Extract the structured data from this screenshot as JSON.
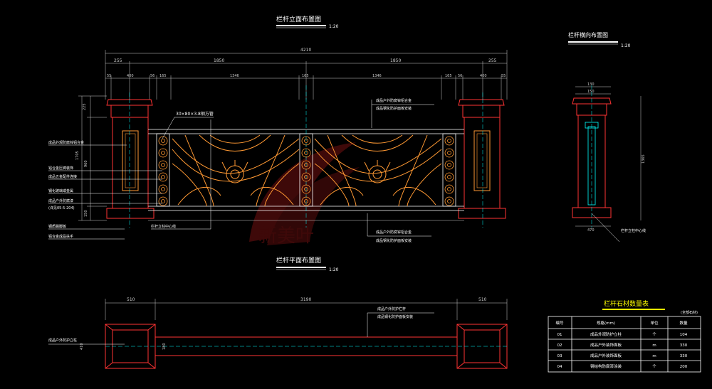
{
  "elevation": {
    "title": "栏杆立面布置图",
    "scale": "1:20",
    "dim_total": "4210",
    "dim_row2": [
      "255",
      "1850",
      "1850",
      "255"
    ],
    "dim_row3": [
      "55",
      "400",
      "56",
      "165",
      "1346",
      "165",
      "1346",
      "165",
      "56",
      "400",
      "55"
    ],
    "left_dims": [
      "225",
      "1705",
      "960",
      "150"
    ],
    "bar_label": "30×80×3.8钢方管",
    "left_labels": [
      "成品外观防腐锌铝合金",
      "铝合金压铸装饰",
      "成品五金配件连接",
      "钢化玻璃或金属",
      "成品户外防腐漆",
      "(详见05-5-204)",
      "钢质踢脚板",
      "铝合金成品扶手"
    ],
    "right_labels": [
      "成品户外防腐锌铝合金",
      "成品钢化防护面板安装"
    ],
    "bottom_labels": [
      "成品户外防腐锌铝合金",
      "成品钢化防护面板安装"
    ],
    "axis_label": "栏杆立柱中心线"
  },
  "section": {
    "title": "栏杆横向布置图",
    "scale": "1:20",
    "height_dim": "1365",
    "width_dim": "470",
    "axis_label": "栏杆立柱中心线"
  },
  "plan": {
    "title": "栏杆平面布置图",
    "scale": "1:20",
    "dims": [
      "510",
      "3190",
      "510"
    ],
    "side_dims": [
      "410",
      "180"
    ],
    "labels": [
      "成品户外防护栏杆",
      "成品钢化防护面板安装"
    ],
    "left_label": "成品户外防护立柱"
  },
  "watermark": "新美叶",
  "table": {
    "title": "栏杆石材数量表",
    "unit": "(全部石材)",
    "headers": [
      "编号",
      "规格(mm)",
      "单位",
      "数量"
    ],
    "rows": [
      [
        "01",
        "成品外观防护立柱",
        "个",
        "104"
      ],
      [
        "02",
        "成品户外装饰面板",
        "m",
        "330"
      ],
      [
        "03",
        "成品户外装饰面板",
        "m",
        "330"
      ],
      [
        "04",
        "钢结构防腐漆涂装",
        "个",
        "200"
      ]
    ]
  },
  "colors": {
    "line": "#ff3333",
    "orange": "#ff9933",
    "dim": "#cccccc",
    "green": "#00ffff",
    "title_under": "#ffff00"
  }
}
